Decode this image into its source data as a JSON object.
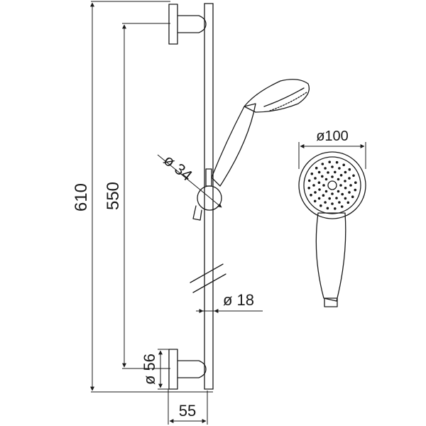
{
  "dimensions": {
    "overall_length": "610",
    "bracket_spacing": "550",
    "slider_diameter": "ø 34",
    "bar_diameter": "ø 18",
    "bracket_diameter": "ø 56",
    "projection": "55",
    "handshower_diameter": "ø100"
  }
}
